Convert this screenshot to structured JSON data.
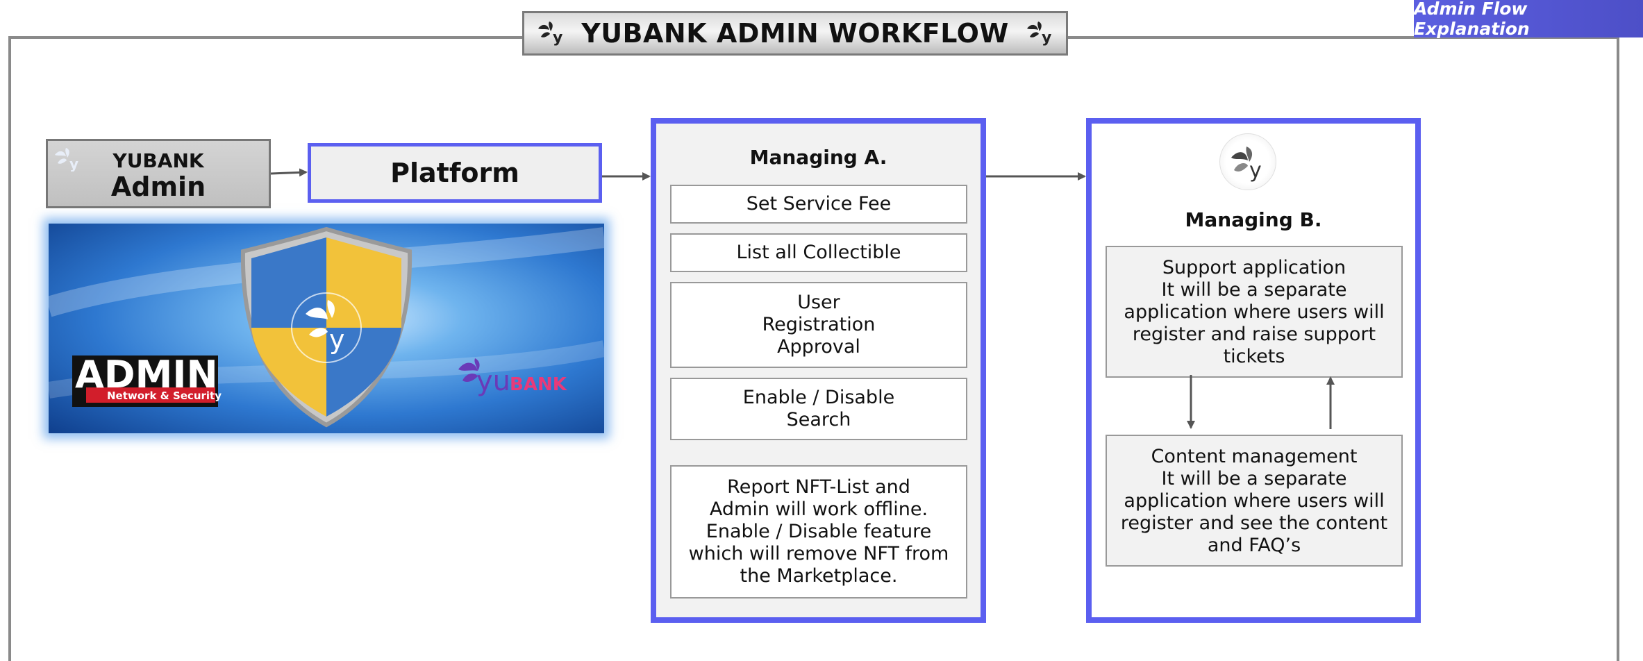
{
  "header": {
    "title": "YUBANK ADMIN WORKFLOW",
    "tag": "Admin Flow Explanation"
  },
  "admin": {
    "line1": "YUBANK",
    "line2": "Admin"
  },
  "platform": {
    "label": "Platform"
  },
  "hero": {
    "admin_word": "ADMIN",
    "admin_sub": "Network & Security",
    "brand_yu": "yu",
    "brand_bank": "BANK"
  },
  "managing_a": {
    "title": "Managing A.",
    "items": [
      "Set Service Fee",
      "List all Collectible",
      "User\nRegistration\nApproval",
      "Enable / Disable\nSearch",
      "Report NFT-List and\nAdmin will work offline.\nEnable / Disable feature\nwhich will remove NFT from\nthe Marketplace."
    ]
  },
  "managing_b": {
    "title": "Managing B.",
    "items": [
      "Support application\nIt will be a separate\napplication where users will\nregister and raise support\ntickets",
      "Content management\nIt will be a separate\napplication where users will\nregister and see the content\nand FAQ’s"
    ]
  },
  "colors": {
    "accent": "#5b5ff0",
    "frame": "#8a8a8a",
    "tag_bg": "#5558d8"
  }
}
